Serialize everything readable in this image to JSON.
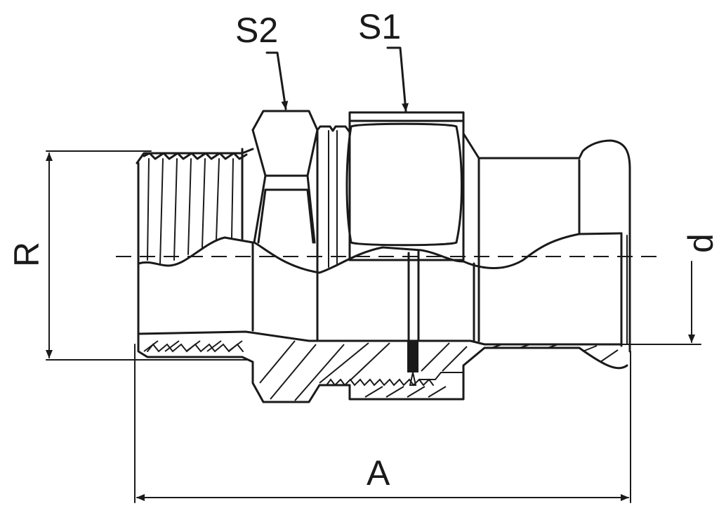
{
  "labels": {
    "s2": "S2",
    "s1": "S1",
    "r": "R",
    "d": "d",
    "a": "A"
  },
  "colors": {
    "line": "#1a1a1a",
    "background": "#ffffff"
  }
}
